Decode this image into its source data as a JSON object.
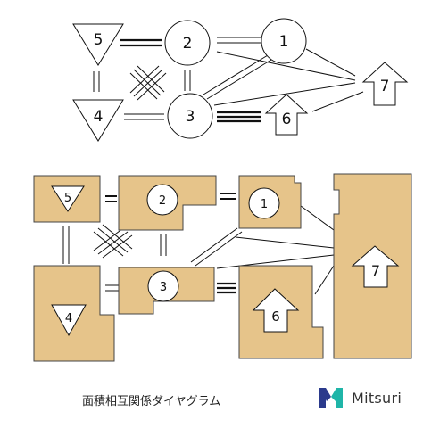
{
  "graph": {
    "nodes": [
      {
        "id": "1",
        "label": "1",
        "shape": "circle"
      },
      {
        "id": "2",
        "label": "2",
        "shape": "circle"
      },
      {
        "id": "3",
        "label": "3",
        "shape": "circle"
      },
      {
        "id": "4",
        "label": "4",
        "shape": "triangle-down"
      },
      {
        "id": "5",
        "label": "5",
        "shape": "triangle-down"
      },
      {
        "id": "6",
        "label": "6",
        "shape": "arrow-up"
      },
      {
        "id": "7",
        "label": "7",
        "shape": "arrow-up"
      }
    ],
    "edges": [
      {
        "from": "5",
        "to": "2",
        "strength": "double-strong"
      },
      {
        "from": "2",
        "to": "1",
        "strength": "double"
      },
      {
        "from": "5",
        "to": "4",
        "strength": "double"
      },
      {
        "from": "2",
        "to": "3",
        "strength": "double"
      },
      {
        "from": "4",
        "to": "3",
        "strength": "double"
      },
      {
        "from": "3",
        "to": "6",
        "strength": "triple-strong"
      },
      {
        "from": "5",
        "to": "3",
        "strength": "triple"
      },
      {
        "from": "4",
        "to": "2",
        "strength": "triple"
      },
      {
        "from": "3",
        "to": "1",
        "strength": "double"
      },
      {
        "from": "1",
        "to": "7",
        "strength": "single"
      },
      {
        "from": "2",
        "to": "7",
        "strength": "single"
      },
      {
        "from": "3",
        "to": "7",
        "strength": "single"
      },
      {
        "from": "6",
        "to": "7",
        "strength": "single"
      }
    ]
  },
  "plan": {
    "room_fill": "#e6c48a",
    "rooms": [
      {
        "id": "5",
        "label": "5"
      },
      {
        "id": "2",
        "label": "2"
      },
      {
        "id": "1",
        "label": "1"
      },
      {
        "id": "4",
        "label": "4"
      },
      {
        "id": "3",
        "label": "3"
      },
      {
        "id": "6",
        "label": "6"
      },
      {
        "id": "7",
        "label": "7"
      }
    ]
  },
  "caption": "面積相互関係ダイヤグラム",
  "brand": {
    "name": "Mitsuri",
    "logo_colors": [
      "#2b3a8c",
      "#1fb5a8"
    ]
  }
}
